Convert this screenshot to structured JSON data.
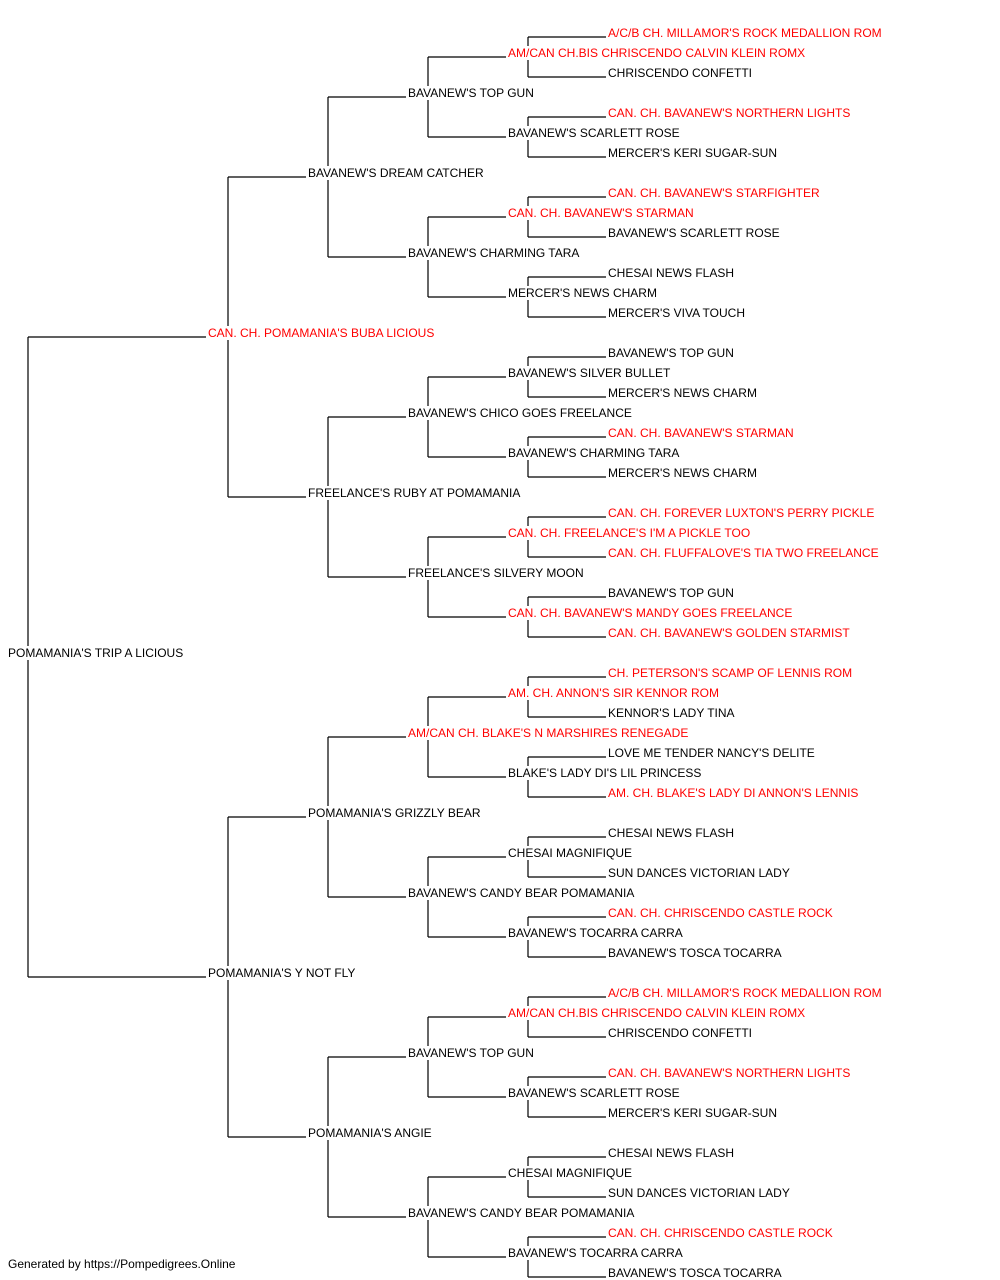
{
  "colors": {
    "champion": "#ff0000",
    "normal": "#000000",
    "line": "#000000",
    "background": "#ffffff"
  },
  "pedigree": {
    "name": "POMAMANIA'S TRIP A LICIOUS",
    "champion": false,
    "sire": {
      "name": "CAN. CH. POMAMANIA'S BUBA LICIOUS",
      "champion": true,
      "sire": {
        "name": "BAVANEW'S DREAM CATCHER",
        "champion": false,
        "sire": {
          "name": "BAVANEW'S TOP GUN",
          "champion": false,
          "sire": {
            "name": "AM/CAN CH.BIS CHRISCENDO CALVIN KLEIN ROMX",
            "champion": true,
            "sire": {
              "name": "A/C/B CH. MILLAMOR'S ROCK MEDALLION ROM",
              "champion": true
            },
            "dam": {
              "name": "CHRISCENDO CONFETTI",
              "champion": false
            }
          },
          "dam": {
            "name": "BAVANEW'S SCARLETT ROSE",
            "champion": false,
            "sire": {
              "name": "CAN. CH. BAVANEW'S NORTHERN LIGHTS",
              "champion": true
            },
            "dam": {
              "name": "MERCER'S KERI SUGAR-SUN",
              "champion": false
            }
          }
        },
        "dam": {
          "name": "BAVANEW'S CHARMING TARA",
          "champion": false,
          "sire": {
            "name": "CAN. CH. BAVANEW'S STARMAN",
            "champion": true,
            "sire": {
              "name": "CAN. CH. BAVANEW'S STARFIGHTER",
              "champion": true
            },
            "dam": {
              "name": "BAVANEW'S SCARLETT ROSE",
              "champion": false
            }
          },
          "dam": {
            "name": "MERCER'S NEWS CHARM",
            "champion": false,
            "sire": {
              "name": "CHESAI NEWS FLASH",
              "champion": false
            },
            "dam": {
              "name": "MERCER'S VIVA TOUCH",
              "champion": false
            }
          }
        }
      },
      "dam": {
        "name": "FREELANCE'S RUBY AT POMAMANIA",
        "champion": false,
        "sire": {
          "name": "BAVANEW'S CHICO GOES FREELANCE",
          "champion": false,
          "sire": {
            "name": "BAVANEW'S SILVER BULLET",
            "champion": false,
            "sire": {
              "name": "BAVANEW'S TOP GUN",
              "champion": false
            },
            "dam": {
              "name": "MERCER'S NEWS CHARM",
              "champion": false
            }
          },
          "dam": {
            "name": "BAVANEW'S CHARMING TARA",
            "champion": false,
            "sire": {
              "name": "CAN. CH. BAVANEW'S STARMAN",
              "champion": true
            },
            "dam": {
              "name": "MERCER'S NEWS CHARM",
              "champion": false
            }
          }
        },
        "dam": {
          "name": "FREELANCE'S SILVERY MOON",
          "champion": false,
          "sire": {
            "name": "CAN. CH. FREELANCE'S I'M A PICKLE TOO",
            "champion": true,
            "sire": {
              "name": "CAN. CH. FOREVER LUXTON'S PERRY PICKLE",
              "champion": true
            },
            "dam": {
              "name": "CAN. CH. FLUFFALOVE'S TIA TWO FREELANCE",
              "champion": true
            }
          },
          "dam": {
            "name": "CAN. CH. BAVANEW'S MANDY GOES FREELANCE",
            "champion": true,
            "sire": {
              "name": "BAVANEW'S TOP GUN",
              "champion": false
            },
            "dam": {
              "name": "CAN. CH. BAVANEW'S GOLDEN STARMIST",
              "champion": true
            }
          }
        }
      }
    },
    "dam": {
      "name": "POMAMANIA'S Y NOT FLY",
      "champion": false,
      "sire": {
        "name": "POMAMANIA'S GRIZZLY BEAR",
        "champion": false,
        "sire": {
          "name": "AM/CAN CH. BLAKE'S N MARSHIRES RENEGADE",
          "champion": true,
          "sire": {
            "name": "AM. CH. ANNON'S SIR KENNOR ROM",
            "champion": true,
            "sire": {
              "name": "CH. PETERSON'S SCAMP OF LENNIS ROM",
              "champion": true
            },
            "dam": {
              "name": "KENNOR'S LADY TINA",
              "champion": false
            }
          },
          "dam": {
            "name": "BLAKE'S LADY DI'S LIL PRINCESS",
            "champion": false,
            "sire": {
              "name": "LOVE ME TENDER NANCY'S DELITE",
              "champion": false
            },
            "dam": {
              "name": "AM. CH. BLAKE'S LADY DI ANNON'S LENNIS",
              "champion": true
            }
          }
        },
        "dam": {
          "name": "BAVANEW'S CANDY BEAR POMAMANIA",
          "champion": false,
          "sire": {
            "name": "CHESAI MAGNIFIQUE",
            "champion": false,
            "sire": {
              "name": "CHESAI NEWS FLASH",
              "champion": false
            },
            "dam": {
              "name": "SUN DANCES VICTORIAN LADY",
              "champion": false
            }
          },
          "dam": {
            "name": "BAVANEW'S TOCARRA CARRA",
            "champion": false,
            "sire": {
              "name": "CAN. CH. CHRISCENDO CASTLE ROCK",
              "champion": true
            },
            "dam": {
              "name": "BAVANEW'S TOSCA TOCARRA",
              "champion": false
            }
          }
        }
      },
      "dam": {
        "name": "POMAMANIA'S ANGIE",
        "champion": false,
        "sire": {
          "name": "BAVANEW'S TOP GUN",
          "champion": false,
          "sire": {
            "name": "AM/CAN CH.BIS CHRISCENDO CALVIN KLEIN ROMX",
            "champion": true,
            "sire": {
              "name": "A/C/B CH. MILLAMOR'S ROCK MEDALLION ROM",
              "champion": true
            },
            "dam": {
              "name": "CHRISCENDO CONFETTI",
              "champion": false
            }
          },
          "dam": {
            "name": "BAVANEW'S SCARLETT ROSE",
            "champion": false,
            "sire": {
              "name": "CAN. CH. BAVANEW'S NORTHERN LIGHTS",
              "champion": true
            },
            "dam": {
              "name": "MERCER'S KERI SUGAR-SUN",
              "champion": false
            }
          }
        },
        "dam": {
          "name": "BAVANEW'S CANDY BEAR POMAMANIA",
          "champion": false,
          "sire": {
            "name": "CHESAI MAGNIFIQUE",
            "champion": false,
            "sire": {
              "name": "CHESAI NEWS FLASH",
              "champion": false
            },
            "dam": {
              "name": "SUN DANCES VICTORIAN LADY",
              "champion": false
            }
          },
          "dam": {
            "name": "BAVANEW'S TOCARRA CARRA",
            "champion": false,
            "sire": {
              "name": "CAN. CH. CHRISCENDO CASTLE ROCK",
              "champion": true
            },
            "dam": {
              "name": "BAVANEW'S TOSCA TOCARRA",
              "champion": false
            }
          }
        }
      }
    }
  },
  "footer": {
    "text": "Generated by https://Pompedigrees.Online"
  }
}
